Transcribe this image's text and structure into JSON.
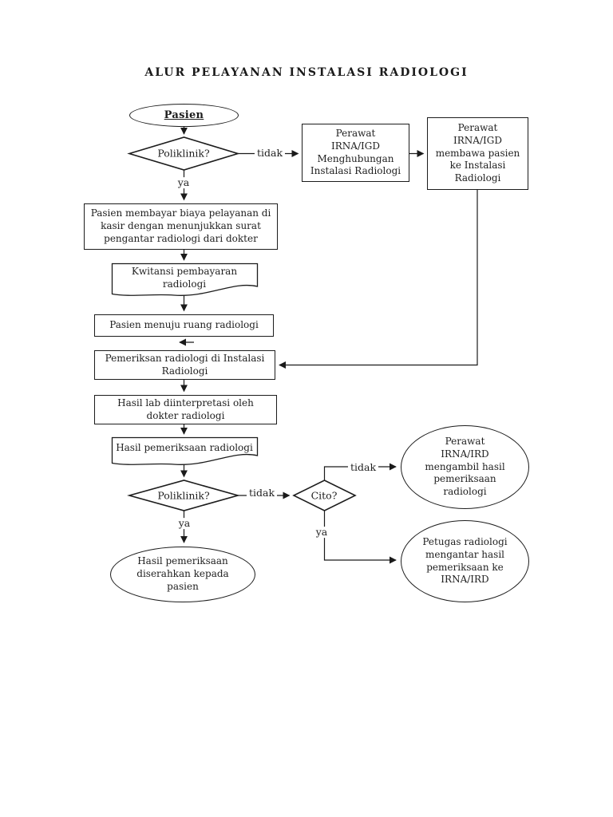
{
  "title": "ALUR PELAYANAN INSTALASI RADIOLOGI",
  "colors": {
    "line": "#1a1a1a",
    "shape_border": "#1c1c1c",
    "shape_fill": "#ffffff",
    "page_background": "#ffffff"
  },
  "nodes": {
    "start": {
      "type": "terminator-oval",
      "label": "Pasien"
    },
    "poliklinik1": {
      "type": "decision-diamond",
      "label": "Poliklinik?"
    },
    "perawatHubungi": {
      "type": "process-rect",
      "label": "Perawat\nIRNA/IGD\nMenghubungan\nInstalasi Radiologi"
    },
    "perawatBawa": {
      "type": "process-rect",
      "label": "Perawat\nIRNA/IGD\nmembawa pasien\nke Instalasi\nRadiologi"
    },
    "bayar": {
      "type": "process-rect",
      "label": "Pasien membayar biaya pelayanan di\nkasir dengan menunjukkan surat\npengantar radiologi dari dokter"
    },
    "kwitansi": {
      "type": "document",
      "label": "Kwitansi pembayaran\nradiologi"
    },
    "menuju": {
      "type": "process-rect",
      "label": "Pasien menuju ruang radiologi"
    },
    "pemeriksaan": {
      "type": "process-rect",
      "label": "Pemeriksan radiologi di Instalasi\nRadiologi"
    },
    "interpretasi": {
      "type": "process-rect",
      "label": "Hasil lab diinterpretasi oleh\ndokter radiologi"
    },
    "hasilDokumen": {
      "type": "document",
      "label": "Hasil pemeriksaan radiologi"
    },
    "poliklinik2": {
      "type": "decision-diamond",
      "label": "Poliklinik?"
    },
    "cito": {
      "type": "decision-diamond",
      "label": "Cito?"
    },
    "perawatAmbil": {
      "type": "terminator-ellipse",
      "label": "Perawat\nIRNA/IRD\nmengambil hasil\npemeriksaan\nradiologi"
    },
    "petugasAntar": {
      "type": "terminator-ellipse",
      "label": "Petugas radiologi\nmengantar hasil\npemeriksaan ke\nIRNA/IRD"
    },
    "hasilDiserahkan": {
      "type": "terminator-ellipse",
      "label": "Hasil pemeriksaan\ndiserahkan kepada\npasien"
    }
  },
  "edge_labels": {
    "poliklinik1_tidak": "tidak",
    "poliklinik1_ya": "ya",
    "poliklinik2_tidak": "tidak",
    "poliklinik2_ya": "ya",
    "cito_tidak": "tidak",
    "cito_ya": "ya"
  }
}
